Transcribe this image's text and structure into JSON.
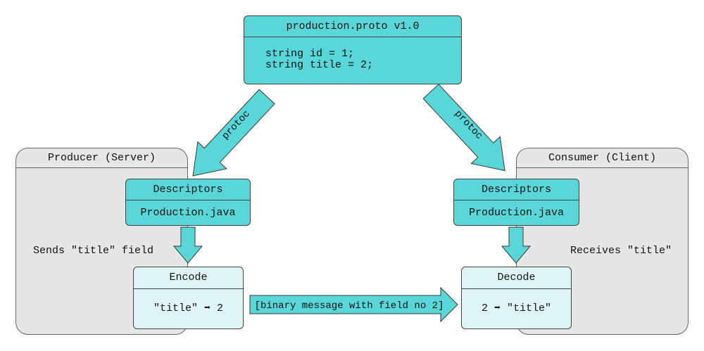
{
  "proto": {
    "title": "production.proto v1.0",
    "lines": [
      "string id = 1;",
      "string title = 2;"
    ]
  },
  "producer": {
    "title": "Producer (Server)",
    "descriptors_label": "Descriptors",
    "java_file": "Production.java",
    "note": "Sends \"title\" field",
    "encode_label": "Encode",
    "encode_mapping": "\"title\" ➡ 2"
  },
  "consumer": {
    "title": "Consumer (Client)",
    "descriptors_label": "Descriptors",
    "java_file": "Production.java",
    "note": "Receives \"title\"",
    "decode_label": "Decode",
    "decode_mapping": "2 ➡ \"title\""
  },
  "arrows": {
    "left_label": "protoc",
    "right_label": "protoc",
    "message_label": "[binary message with field no 2]"
  },
  "colors": {
    "accent": "#58d6d8",
    "light_accent": "#dff5f5",
    "group_bg": "#e6e6e6",
    "border": "#444444"
  }
}
